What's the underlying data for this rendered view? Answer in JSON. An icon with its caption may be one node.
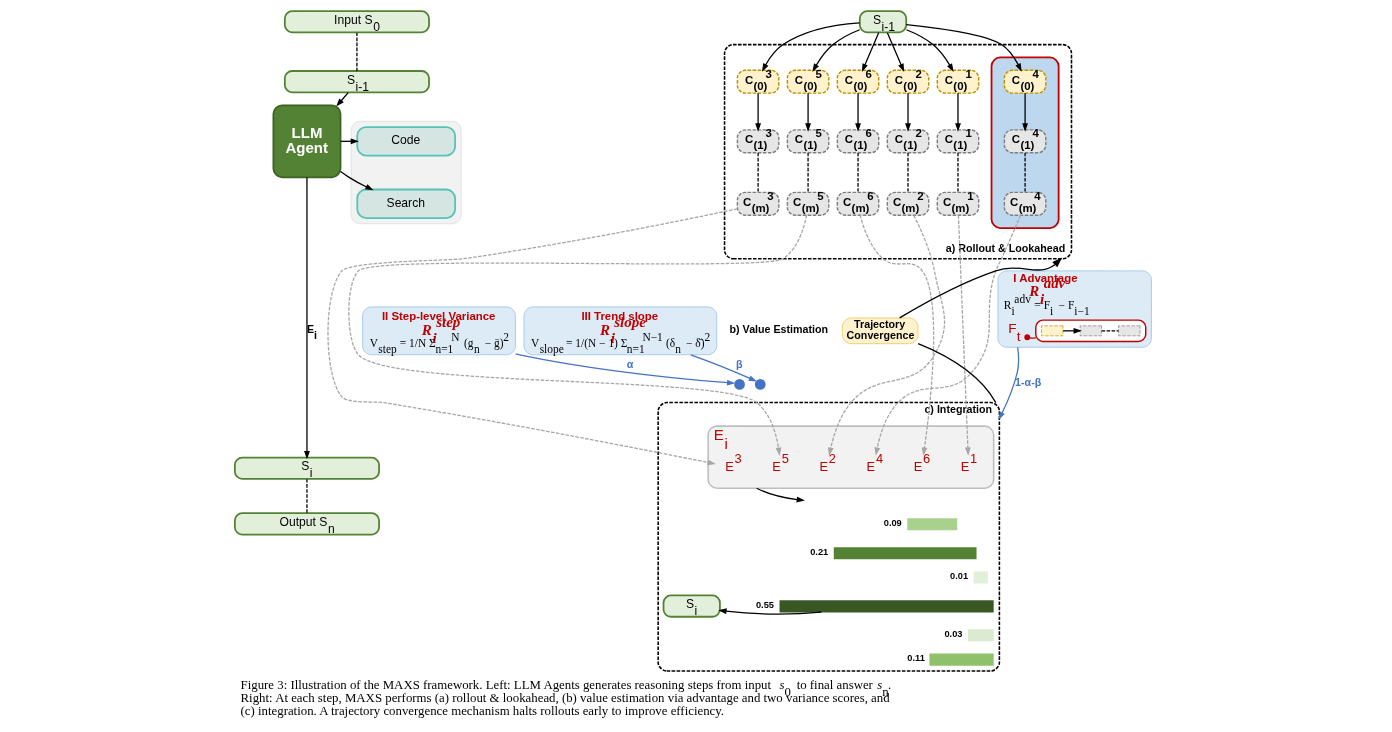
{
  "diagram": {
    "caption": "Figure 3: Illustration of the MAXS framework. Left: LLM Agents generates reasoning steps from input *s*$_{0}$ to final answer *s*$_{n}$. Right: At each step, MAXS performs (a) rollout & lookahead, (b) value estimation via advantage and two variance scores, and (c) integration. A trajectory convergence mechanism halts rollouts early to improve efficiency.",
    "nodes": [
      {
        "text": [
          "Input S$_{0}$"
        ]
      },
      {
        "text": [
          "S$_{i-1}$"
        ]
      },
      {
        "text": [
          "LLM Agent"
        ]
      },
      {
        "text": [],
        "shape": "box"
      },
      {
        "text": [
          "Code"
        ],
        "in": 3
      },
      {
        "text": [
          "Search"
        ],
        "in": 3
      },
      {
        "text": [
          "S$_{i}$"
        ]
      },
      {
        "text": [
          "Output S$_{n}$"
        ]
      },
      {
        "text": [
          "S$_{i-1}$"
        ]
      },
      {
        "text": [
          "a) Rollout & Lookahead"
        ]
      },
      {
        "text": [
          "C$_{(0)}$$^{1}$"
        ],
        "in": 9
      },
      {
        "text": [
          "C$_{(1)}$$^{1}$"
        ],
        "in": 9
      },
      {
        "text": [
          "C$_{(m)}$$^{1}$"
        ],
        "in": 9
      },
      {
        "text": [
          "C$_{(0)}$$^{2}$"
        ],
        "in": 9
      },
      {
        "text": [
          "C$_{(1)}$$^{2}$"
        ],
        "in": 9
      },
      {
        "text": [
          "C$_{(m)}$$^{2}$"
        ],
        "in": 9
      },
      {
        "text": [
          "C$_{(0)}$$^{3}$"
        ],
        "in": 9
      },
      {
        "text": [
          "C$_{(1)}$$^{3}$"
        ],
        "in": 9
      },
      {
        "text": [
          "C$_{(m)}$$^{3}$"
        ],
        "in": 9
      },
      {
        "text": [],
        "shape": "box",
        "in": 9
      },
      {
        "text": [
          "C$_{(0)}$$^{4}$"
        ],
        "in": 19
      },
      {
        "text": [
          "C$_{(1)}$$^{4}$"
        ],
        "in": 19
      },
      {
        "text": [
          "C$_{(m)}$$^{4}$"
        ],
        "in": 19
      },
      {
        "text": [
          "C$_{(0)}$$^{5}$"
        ],
        "in": 9
      },
      {
        "text": [
          "C$_{(1)}$$^{5}$"
        ],
        "in": 9
      },
      {
        "text": [
          "C$_{(m)}$$^{5}$"
        ],
        "in": 9
      },
      {
        "text": [
          "C$_{(0)}$$^{6}$"
        ],
        "in": 9
      },
      {
        "text": [
          "C$_{(1)}$$^{6}$"
        ],
        "in": 9
      },
      {
        "text": [
          "C$_{(m)}$$^{6}$"
        ],
        "in": 9
      },
      {
        "text": [
          "Trajectory Convergence"
        ]
      },
      {
        "text": [
          "I Advantage",
          "R$_{i}$$^{adv}$",
          "R$_{i}$$^{adv}$ = F$_{i}$ − F$_{i−1}$"
        ]
      },
      {
        "text": [
          "F$_{t}$"
        ],
        "in": 30
      },
      {
        "text": [],
        "shape": "box",
        "in": 30
      },
      {
        "text": [],
        "shape": "box",
        "in": 32
      },
      {
        "text": [],
        "shape": "box",
        "in": 32
      },
      {
        "text": [],
        "shape": "box",
        "in": 32
      },
      {
        "text": [
          "II Step-level Variance",
          "R$_{i}$$^{step}$",
          "V$_{step}$ = 1/N Σ$_{n=1}$$^{N}$ (g$_{n}$ − ḡ)$^{2}$"
        ]
      },
      {
        "text": [
          "III Trend slope",
          "R$_{i}$$^{slope}$",
          "V$_{slope}$ = 1/(N − 1) Σ$_{n=1}$$^{N−1}$ (δ$_{n}$ − δ̄)$^{2}$"
        ]
      },
      {
        "text": [],
        "shape": "circle"
      },
      {
        "text": [],
        "shape": "circle"
      },
      {
        "text": [
          "c) Integration"
        ]
      },
      {
        "text": [
          "E$_{i}$"
        ],
        "in": 40
      },
      {
        "text": [
          "E$^{1}$"
        ],
        "in": 41
      },
      {
        "text": [
          "E$^{2}$"
        ],
        "in": 41
      },
      {
        "text": [
          "E$^{3}$"
        ],
        "in": 41
      },
      {
        "text": [
          "E$^{4}$"
        ],
        "in": 41
      },
      {
        "text": [
          "E$^{5}$"
        ],
        "in": 41
      },
      {
        "text": [
          "E$^{6}$"
        ],
        "in": 41
      },
      {
        "text": [],
        "shape": "bar",
        "in": 40,
        "beside": [
          "0.09"
        ]
      },
      {
        "text": [],
        "shape": "bar",
        "in": 40,
        "beside": [
          "0.21"
        ]
      },
      {
        "text": [],
        "shape": "bar",
        "in": 40,
        "beside": [
          "0.01"
        ]
      },
      {
        "text": [
          "S$_{i}$"
        ],
        "in": 40
      },
      {
        "text": [],
        "shape": "bar",
        "in": 40,
        "beside": [
          "0.55"
        ]
      },
      {
        "text": [],
        "shape": "bar",
        "in": 40,
        "beside": [
          "0.03"
        ]
      },
      {
        "text": [],
        "shape": "bar",
        "in": 40,
        "beside": [
          "0.11"
        ]
      }
    ],
    "edges": [
      {
        "from": 0,
        "to": 1,
        "arrow": "none",
        "style": "dashed"
      },
      {
        "from": 1,
        "to": 2,
        "arrow": "to"
      },
      {
        "from": 2,
        "to": 4,
        "arrow": "to"
      },
      {
        "from": 2,
        "to": 5,
        "arrow": "to"
      },
      {
        "from": 2,
        "to": 6,
        "arrow": "to",
        "label": "E$_{i}$"
      },
      {
        "from": 6,
        "to": 7,
        "arrow": "none",
        "style": "dashed"
      },
      {
        "from": 8,
        "to": 10,
        "arrow": "to"
      },
      {
        "from": 8,
        "to": 13,
        "arrow": "to"
      },
      {
        "from": 8,
        "to": 16,
        "arrow": "to"
      },
      {
        "from": 8,
        "to": 20,
        "arrow": "to"
      },
      {
        "from": 8,
        "to": 23,
        "arrow": "to"
      },
      {
        "from": 8,
        "to": 26,
        "arrow": "to"
      },
      {
        "from": 10,
        "to": 11,
        "arrow": "to"
      },
      {
        "from": 13,
        "to": 14,
        "arrow": "to"
      },
      {
        "from": 16,
        "to": 17,
        "arrow": "to"
      },
      {
        "from": 20,
        "to": 21,
        "arrow": "to"
      },
      {
        "from": 23,
        "to": 24,
        "arrow": "to"
      },
      {
        "from": 26,
        "to": 27,
        "arrow": "to"
      },
      {
        "from": 11,
        "to": 12,
        "arrow": "none",
        "style": "dashed"
      },
      {
        "from": 14,
        "to": 15,
        "arrow": "none",
        "style": "dashed"
      },
      {
        "from": 17,
        "to": 18,
        "arrow": "none",
        "style": "dashed"
      },
      {
        "from": 21,
        "to": 22,
        "arrow": "none",
        "style": "dashed"
      },
      {
        "from": 24,
        "to": 25,
        "arrow": "none",
        "style": "dashed"
      },
      {
        "from": 27,
        "to": 28,
        "arrow": "none",
        "style": "dashed"
      },
      {
        "from": 12,
        "to": 42,
        "arrow": "to",
        "style": "dashed",
        "color": "#a6a6a6"
      },
      {
        "from": 15,
        "to": 43,
        "arrow": "to",
        "style": "dashed",
        "color": "#a6a6a6"
      },
      {
        "from": 18,
        "to": 44,
        "arrow": "to",
        "style": "dashed",
        "color": "#a6a6a6"
      },
      {
        "from": 22,
        "to": 45,
        "arrow": "to",
        "style": "dashed",
        "color": "#a6a6a6"
      },
      {
        "from": 25,
        "to": 46,
        "arrow": "to",
        "style": "dashed",
        "color": "#a6a6a6"
      },
      {
        "from": 28,
        "to": 47,
        "arrow": "to",
        "style": "dashed",
        "color": "#a6a6a6"
      },
      {
        "from": 31,
        "to": 32,
        "arrow": "other",
        "color": "#c00000"
      },
      {
        "from": 33,
        "to": 34,
        "arrow": "to"
      },
      {
        "from": 34,
        "to": 35,
        "arrow": "none",
        "style": "dashed"
      },
      {
        "from": 37,
        "to": 39,
        "arrow": "to",
        "label": "β",
        "color": "#4472c4"
      },
      {
        "from": 36,
        "to": 38,
        "arrow": "to",
        "label": "α",
        "color": "#4472c4"
      },
      {
        "from": 30,
        "to": 40,
        "arrow": "to",
        "label": "1-α-β",
        "color": "#4472c4"
      },
      {
        "from": 41,
        "to": null,
        "arrow": "to"
      },
      {
        "from": 52,
        "to": 51,
        "arrow": "to"
      },
      {
        "from": 40,
        "to": 29,
        "arrow": "none"
      },
      {
        "from": 29,
        "to": 9,
        "arrow": "to"
      }
    ],
    "labels": [
      "b) Value Estimation"
    ]
  }
}
